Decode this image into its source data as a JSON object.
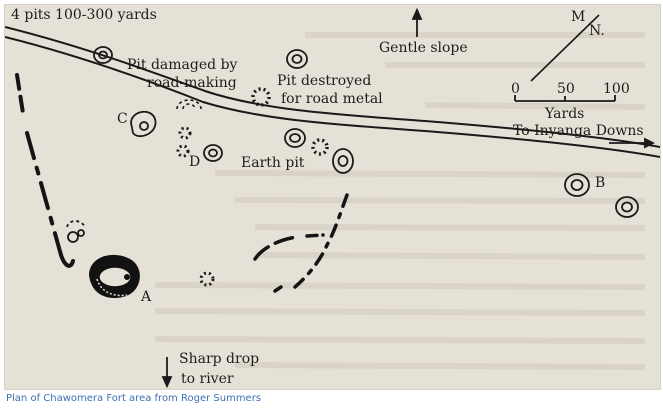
{
  "map": {
    "labels": {
      "pits_note": "4 pits 100-300 yards",
      "gentle_slope": "Gentle slope",
      "north_m": "M",
      "north_n": "N.",
      "scale_0": "0",
      "scale_50": "50",
      "scale_100": "100",
      "scale_unit": "Yards",
      "to_inyanga": "To Inyanga Downs",
      "pit_damaged_1": "Pit damaged by",
      "pit_damaged_2": "road-making",
      "pit_destroyed_1": "Pit destroyed",
      "pit_destroyed_2": "for road metal",
      "earth_pit": "Earth pit",
      "label_a": "A",
      "label_b": "B",
      "label_c": "C",
      "label_d": "D",
      "sharp_drop_1": "Sharp drop",
      "sharp_drop_2": "to river"
    }
  },
  "caption": "Plan of Chawomera Fort area from Roger Summers"
}
